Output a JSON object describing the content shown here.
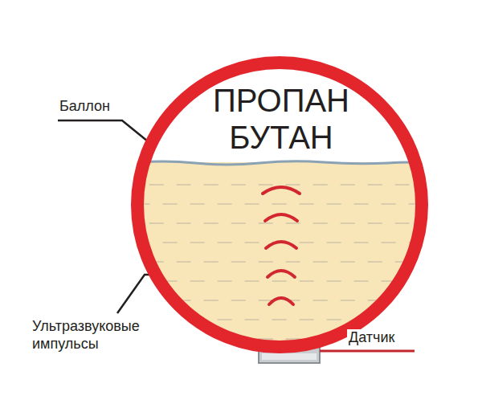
{
  "diagram": {
    "nodes": [
      {
        "text": [
          "ПРОПАН БУТАН"
        ]
      }
    ],
    "labels": [
      "Баллон",
      "Ультразвуковые импульсы",
      "Датчик"
    ]
  }
}
